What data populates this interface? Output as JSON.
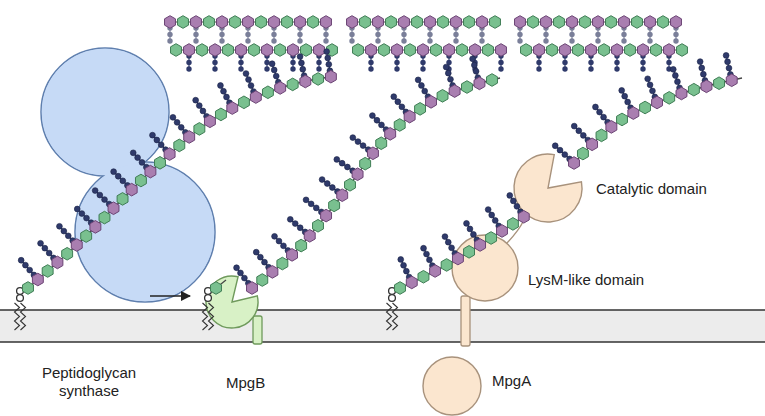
{
  "diagram": {
    "labels": [
      "Catalytic domain",
      "LysM-like domain",
      "Peptidoglycan synthase",
      "MpgB",
      "MpgA"
    ]
  }
}
